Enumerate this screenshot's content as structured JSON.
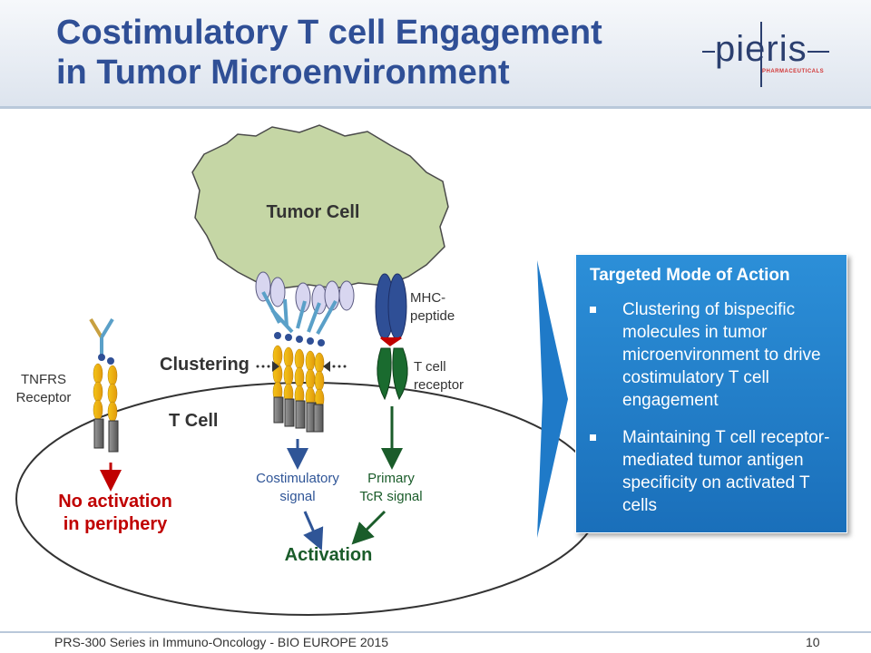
{
  "slide": {
    "title_line1": "Costimulatory T cell Engagement",
    "title_line2": "in Tumor Microenvironment",
    "logo": {
      "word": "pieris",
      "subtitle": "PHARMACEUTICALS"
    },
    "footer": "PRS-300 Series in Immuno-Oncology - BIO EUROPE 2015",
    "page_number": "10"
  },
  "diagram": {
    "tumor_cell": "Tumor Cell",
    "t_cell": "T Cell",
    "clustering": "Clustering",
    "mhc_line1": "MHC-",
    "mhc_line2": "peptide",
    "tcr_line1": "T cell",
    "tcr_line2": "receptor",
    "tnfrs_line1": "TNFRS",
    "tnfrs_line2": "Receptor",
    "no_activation_line1": "No activation",
    "no_activation_line2": "in periphery",
    "costim_line1": "Costimulatory",
    "costim_line2": "signal",
    "primary_line1": "Primary",
    "primary_line2": "TcR signal",
    "activation": "Activation"
  },
  "panel": {
    "title": "Targeted Mode of Action",
    "bullets": [
      "Clustering of bispecific molecules in tumor microenvironment to drive costimulatory T cell engagement",
      "Maintaining T cell receptor-mediated tumor antigen specificity on activated T cells"
    ]
  },
  "colors": {
    "title": "#2f4f96",
    "tumor_fill": "#c5d6a5",
    "red_arrow": "#c00000",
    "blue_arrow": "#2f5597",
    "green_arrow": "#1a5c2a",
    "panel": "#1f7ac8"
  }
}
